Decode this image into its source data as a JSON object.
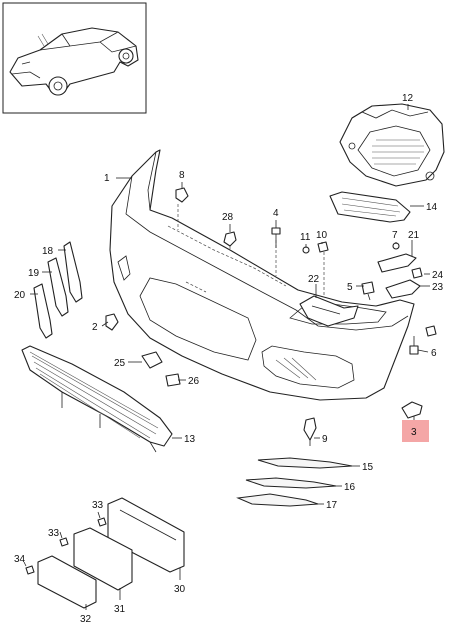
{
  "diagram": {
    "highlight_color": "#f4a6a6",
    "callouts": [
      {
        "id": "1",
        "label": "1"
      },
      {
        "id": "2",
        "label": "2"
      },
      {
        "id": "3",
        "label": "3"
      },
      {
        "id": "4",
        "label": "4"
      },
      {
        "id": "5",
        "label": "5"
      },
      {
        "id": "6",
        "label": "6"
      },
      {
        "id": "7",
        "label": "7"
      },
      {
        "id": "8",
        "label": "8"
      },
      {
        "id": "9",
        "label": "9"
      },
      {
        "id": "10",
        "label": "10"
      },
      {
        "id": "11",
        "label": "11"
      },
      {
        "id": "12",
        "label": "12"
      },
      {
        "id": "13",
        "label": "13"
      },
      {
        "id": "14",
        "label": "14"
      },
      {
        "id": "15",
        "label": "15"
      },
      {
        "id": "16",
        "label": "16"
      },
      {
        "id": "17",
        "label": "17"
      },
      {
        "id": "18",
        "label": "18"
      },
      {
        "id": "19",
        "label": "19"
      },
      {
        "id": "20",
        "label": "20"
      },
      {
        "id": "21",
        "label": "21"
      },
      {
        "id": "22",
        "label": "22"
      },
      {
        "id": "23",
        "label": "23"
      },
      {
        "id": "24",
        "label": "24"
      },
      {
        "id": "25",
        "label": "25"
      },
      {
        "id": "26",
        "label": "26"
      },
      {
        "id": "28",
        "label": "28"
      },
      {
        "id": "30",
        "label": "30"
      },
      {
        "id": "31",
        "label": "31"
      },
      {
        "id": "32",
        "label": "32"
      },
      {
        "id": "33a",
        "label": "33"
      },
      {
        "id": "33b",
        "label": "33"
      },
      {
        "id": "34",
        "label": "34"
      }
    ]
  }
}
